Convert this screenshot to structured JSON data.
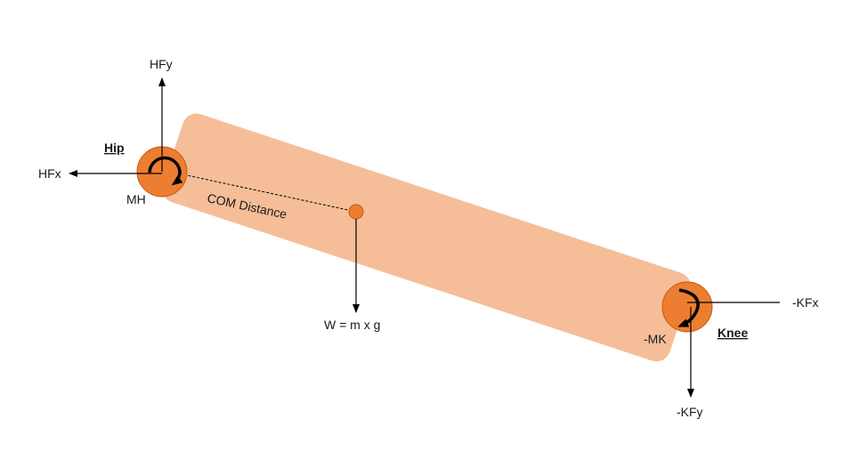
{
  "labels": {
    "hfy": "HFy",
    "hfx": "HFx",
    "hip": "Hip",
    "mh": "MH",
    "com_distance": "COM Distance",
    "weight": "W = m x g",
    "kfx": "-KFx",
    "mk": "-MK",
    "knee": "Knee",
    "kfy": "-KFy"
  },
  "colors": {
    "segment_fill": "#f5be98",
    "joint_fill": "#ed7d31",
    "joint_stroke": "#c55a11",
    "line": "#000000"
  }
}
